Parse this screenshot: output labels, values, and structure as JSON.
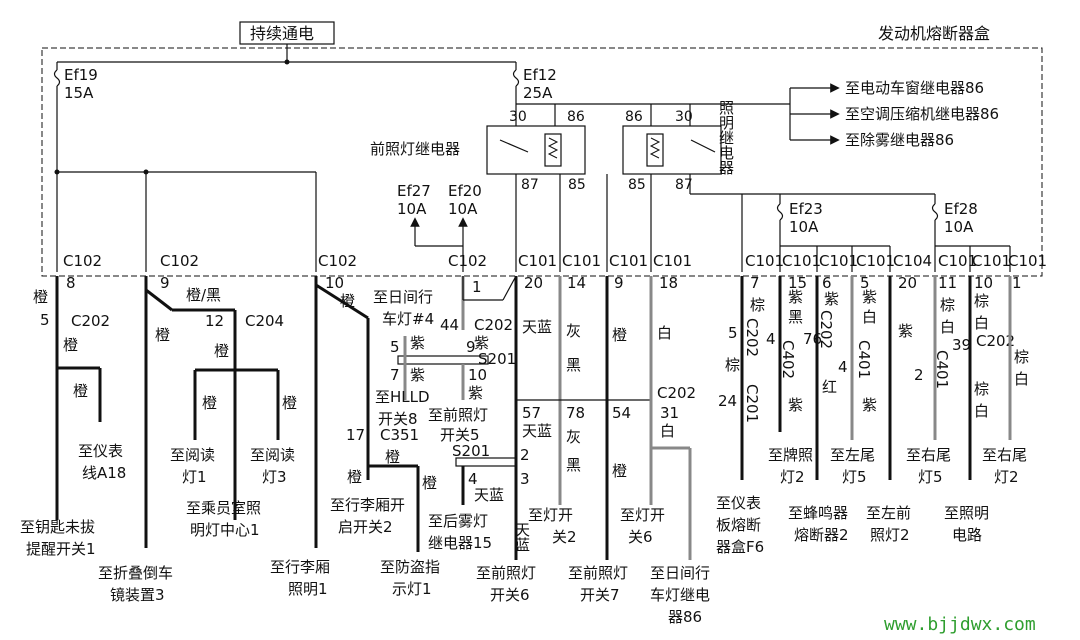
{
  "header": {
    "power_label": "持续通电",
    "box_label": "发动机熔断器盒"
  },
  "fuses": {
    "ef19": {
      "name": "Ef19",
      "rating": "15A"
    },
    "ef12": {
      "name": "Ef12",
      "rating": "25A"
    },
    "ef27": {
      "name": "Ef27",
      "rating": "10A"
    },
    "ef20": {
      "name": "Ef20",
      "rating": "10A"
    },
    "ef23": {
      "name": "Ef23",
      "rating": "10A"
    },
    "ef28": {
      "name": "Ef28",
      "rating": "10A"
    }
  },
  "relays": {
    "headlamp": {
      "label": "前照灯继电器",
      "p30": "30",
      "p86": "86",
      "p87": "87",
      "p85": "85"
    },
    "lighting": {
      "label": "照明继电器",
      "p30": "30",
      "p86": "86",
      "p87": "87",
      "p85": "85"
    }
  },
  "outputs": {
    "window_relay": "至电动车窗继电器86",
    "ac_relay": "至空调压缩机继电器86",
    "defog_relay": "至除雾继电器86"
  },
  "connectors": {
    "c102a": "C102",
    "c102a_pin": "8",
    "c102b": "C102",
    "c102b_pin": "9",
    "c102c": "C102",
    "c102c_pin": "10",
    "c102d": "C102",
    "c102d_pin": "1",
    "c101_20": "C101",
    "c101_20_pin": "20",
    "c101_14": "C101",
    "c101_14_pin": "14",
    "c101_9": "C101",
    "c101_9_pin": "9",
    "c101_18": "C101",
    "c101_18_pin": "18",
    "c101_7": "C101",
    "c101_7_pin": "7",
    "c101_15": "C101",
    "c101_15_pin": "15",
    "c101_6": "C101",
    "c101_6_pin": "6",
    "c101_5": "C101",
    "c101_5_pin": "5",
    "c104": "C104",
    "c104_pin": "20",
    "c101_11": "C101",
    "c101_11_pin": "11",
    "c101_10": "C101",
    "c101_10_pin": "10",
    "c101_1": "C101",
    "c101_1_pin": "1"
  },
  "wires": {
    "orange": "橙",
    "orange_black": "橙/黑",
    "purple": "紫",
    "sky_blue": "天蓝",
    "grey_black_g": "灰",
    "grey_black_h": "黑",
    "white": "白",
    "brown": "棕",
    "purple_black_a": "紫",
    "purple_black_b": "黑",
    "purple_white_a": "紫",
    "purple_white_b": "白",
    "brown_white_a": "棕",
    "brown_white_b": "白",
    "red": "红"
  },
  "mid_labels": {
    "c202_5": "5",
    "c202": "C202",
    "c204_12": "12",
    "c204": "C204",
    "drl_to": "至日间行",
    "drl_to2": "车灯#4",
    "pin44": "44",
    "c202b": "C202",
    "pin9": "9",
    "pin5": "5",
    "pin7a": "7",
    "pin7b": "7",
    "pin10": "10",
    "s201": "S201",
    "hlld": "至HLLD",
    "hlld2": "开关8",
    "to_hl_sw5": "至前照灯",
    "to_hl_sw5b": "开关5",
    "pin17": "17",
    "c351": "C351",
    "s201b": "S201",
    "pin57": "57",
    "pin78": "78",
    "pin54": "54",
    "pin2": "2",
    "pin3": "3",
    "pin4": "4",
    "c202c": "C202",
    "pin31": "31",
    "pin5b": "5",
    "c202d": "C202",
    "pin24": "24",
    "c201": "C201",
    "pin4b": "4",
    "c402": "C402",
    "pin76": "76",
    "c202e": "C202",
    "pin4c": "4",
    "c401": "C401",
    "pin2b": "2",
    "c401b": "C401",
    "pin39": "39",
    "c202f": "C202"
  },
  "destinations": {
    "key_warn": "至钥匙未拔",
    "key_warn2": "提醒开关1",
    "cluster_a18": "至仪表",
    "cluster_a18b": "线A18",
    "mirror": "至折叠倒车",
    "mirror2": "镜装置3",
    "read1": "至阅读",
    "read1b": "灯1",
    "read3": "至阅读",
    "read3b": "灯3",
    "dome": "至乘员室照",
    "dome2": "明灯中心1",
    "trunk_light": "至行李厢",
    "trunk_light2": "照明1",
    "trunk_sw": "至行李厢开",
    "trunk_sw2": "启开关2",
    "theft": "至防盗指",
    "theft2": "示灯1",
    "rear_fog": "至后雾灯",
    "rear_fog2": "继电器15",
    "hl_sw6": "至前照灯",
    "hl_sw6b": "开关6",
    "lamp_sw2": "至灯开",
    "lamp_sw2b": "关2",
    "hl_sw7": "至前照灯",
    "hl_sw7b": "开关7",
    "lamp_sw6": "至灯开",
    "lamp_sw6b": "关6",
    "drl_relay": "至日间行",
    "drl_relay2": "车灯继电",
    "drl_relay3": "器86",
    "cluster_f6": "至仪表",
    "cluster_f6b": "板熔断",
    "cluster_f6c": "器盒F6",
    "plate": "至牌照",
    "plate2": "灯2",
    "buzzer": "至蜂鸣器",
    "buzzer2": "熔断器2",
    "ltail": "至左尾",
    "ltail2": "灯5",
    "lfront": "至左前",
    "lfront2": "照灯2",
    "rtail5": "至右尾",
    "rtail5b": "灯5",
    "illum": "至照明",
    "illum2": "电路",
    "rtail2": "至右尾",
    "rtail2b": "灯2"
  },
  "watermark": "www.bjjdwx.com"
}
